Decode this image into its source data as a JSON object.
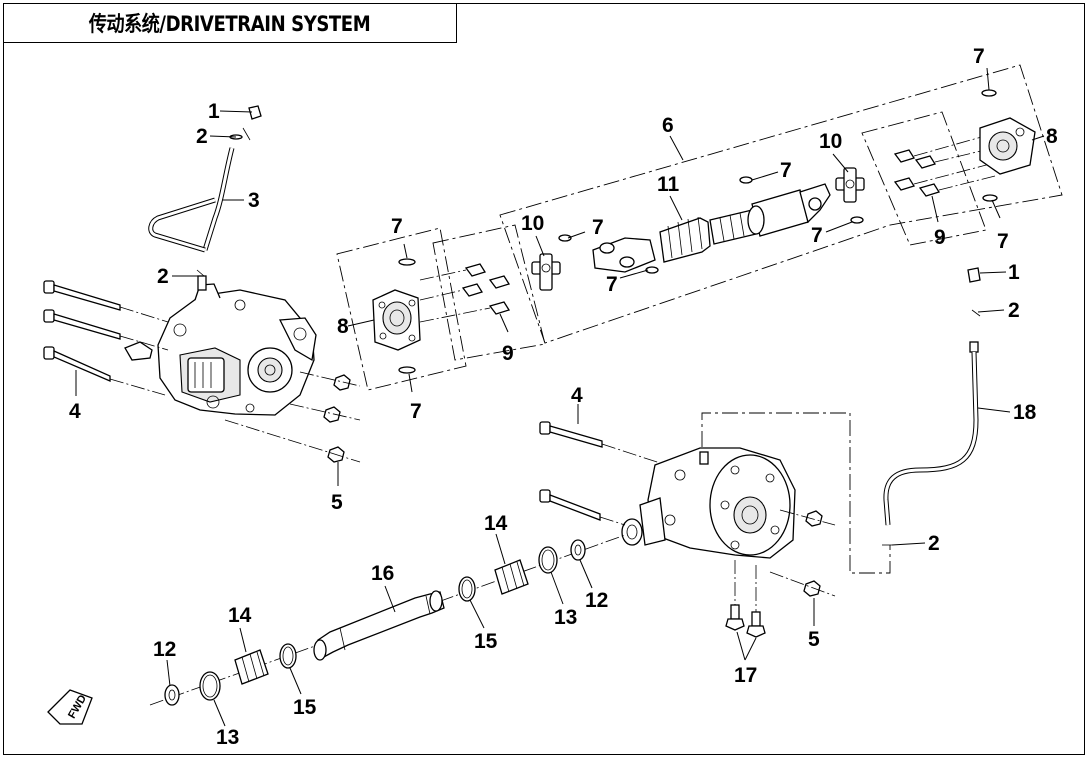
{
  "title": "传动系统/DRIVETRAIN SYSTEM",
  "fwd_label": "FWD",
  "callouts": {
    "c1a": "1",
    "c2a": "2",
    "c3": "3",
    "c2b": "2",
    "c4a": "4",
    "c5a": "5",
    "c6": "6",
    "c7a": "7",
    "c7b": "7",
    "c7c": "7",
    "c7d": "7",
    "c7e": "7",
    "c7f": "7",
    "c7g": "7",
    "c7h": "7",
    "c8a": "8",
    "c8b": "8",
    "c9a": "9",
    "c9b": "9",
    "c10a": "10",
    "c10b": "10",
    "c11": "11",
    "c1b": "1",
    "c2c": "2",
    "c18": "18",
    "c4b": "4",
    "c2d": "2",
    "c5b": "5",
    "c17": "17",
    "c14a": "14",
    "c12a": "12",
    "c13a": "13",
    "c15a": "15",
    "c16": "16",
    "c14b": "14",
    "c12b": "12",
    "c13b": "13",
    "c15b": "15"
  }
}
